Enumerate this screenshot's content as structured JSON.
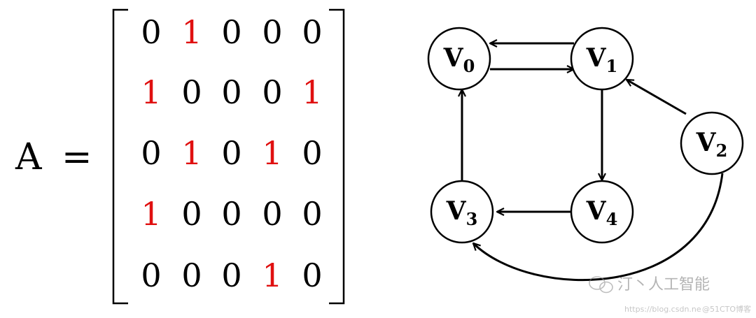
{
  "matrix": {
    "label": "A",
    "equals": "=",
    "rows": [
      [
        0,
        1,
        0,
        0,
        0
      ],
      [
        1,
        0,
        0,
        0,
        1
      ],
      [
        0,
        1,
        0,
        1,
        0
      ],
      [
        1,
        0,
        0,
        0,
        0
      ],
      [
        0,
        0,
        0,
        1,
        0
      ]
    ],
    "one_color": "#e01010",
    "zero_color": "#000000"
  },
  "graph": {
    "nodes": [
      {
        "id": "v0",
        "letter": "V",
        "sub": "0"
      },
      {
        "id": "v1",
        "letter": "V",
        "sub": "1"
      },
      {
        "id": "v2",
        "letter": "V",
        "sub": "2"
      },
      {
        "id": "v3",
        "letter": "V",
        "sub": "3"
      },
      {
        "id": "v4",
        "letter": "V",
        "sub": "4"
      }
    ],
    "edges": [
      {
        "from": "v1",
        "to": "v0"
      },
      {
        "from": "v0",
        "to": "v1"
      },
      {
        "from": "v2",
        "to": "v1"
      },
      {
        "from": "v1",
        "to": "v4"
      },
      {
        "from": "v4",
        "to": "v3"
      },
      {
        "from": "v3",
        "to": "v0"
      },
      {
        "from": "v2",
        "to": "v3"
      }
    ]
  },
  "watermark": {
    "brand": "汀丶人工智能",
    "url": "https://blog.csdn.ne",
    "site": "@51CTO博客"
  }
}
